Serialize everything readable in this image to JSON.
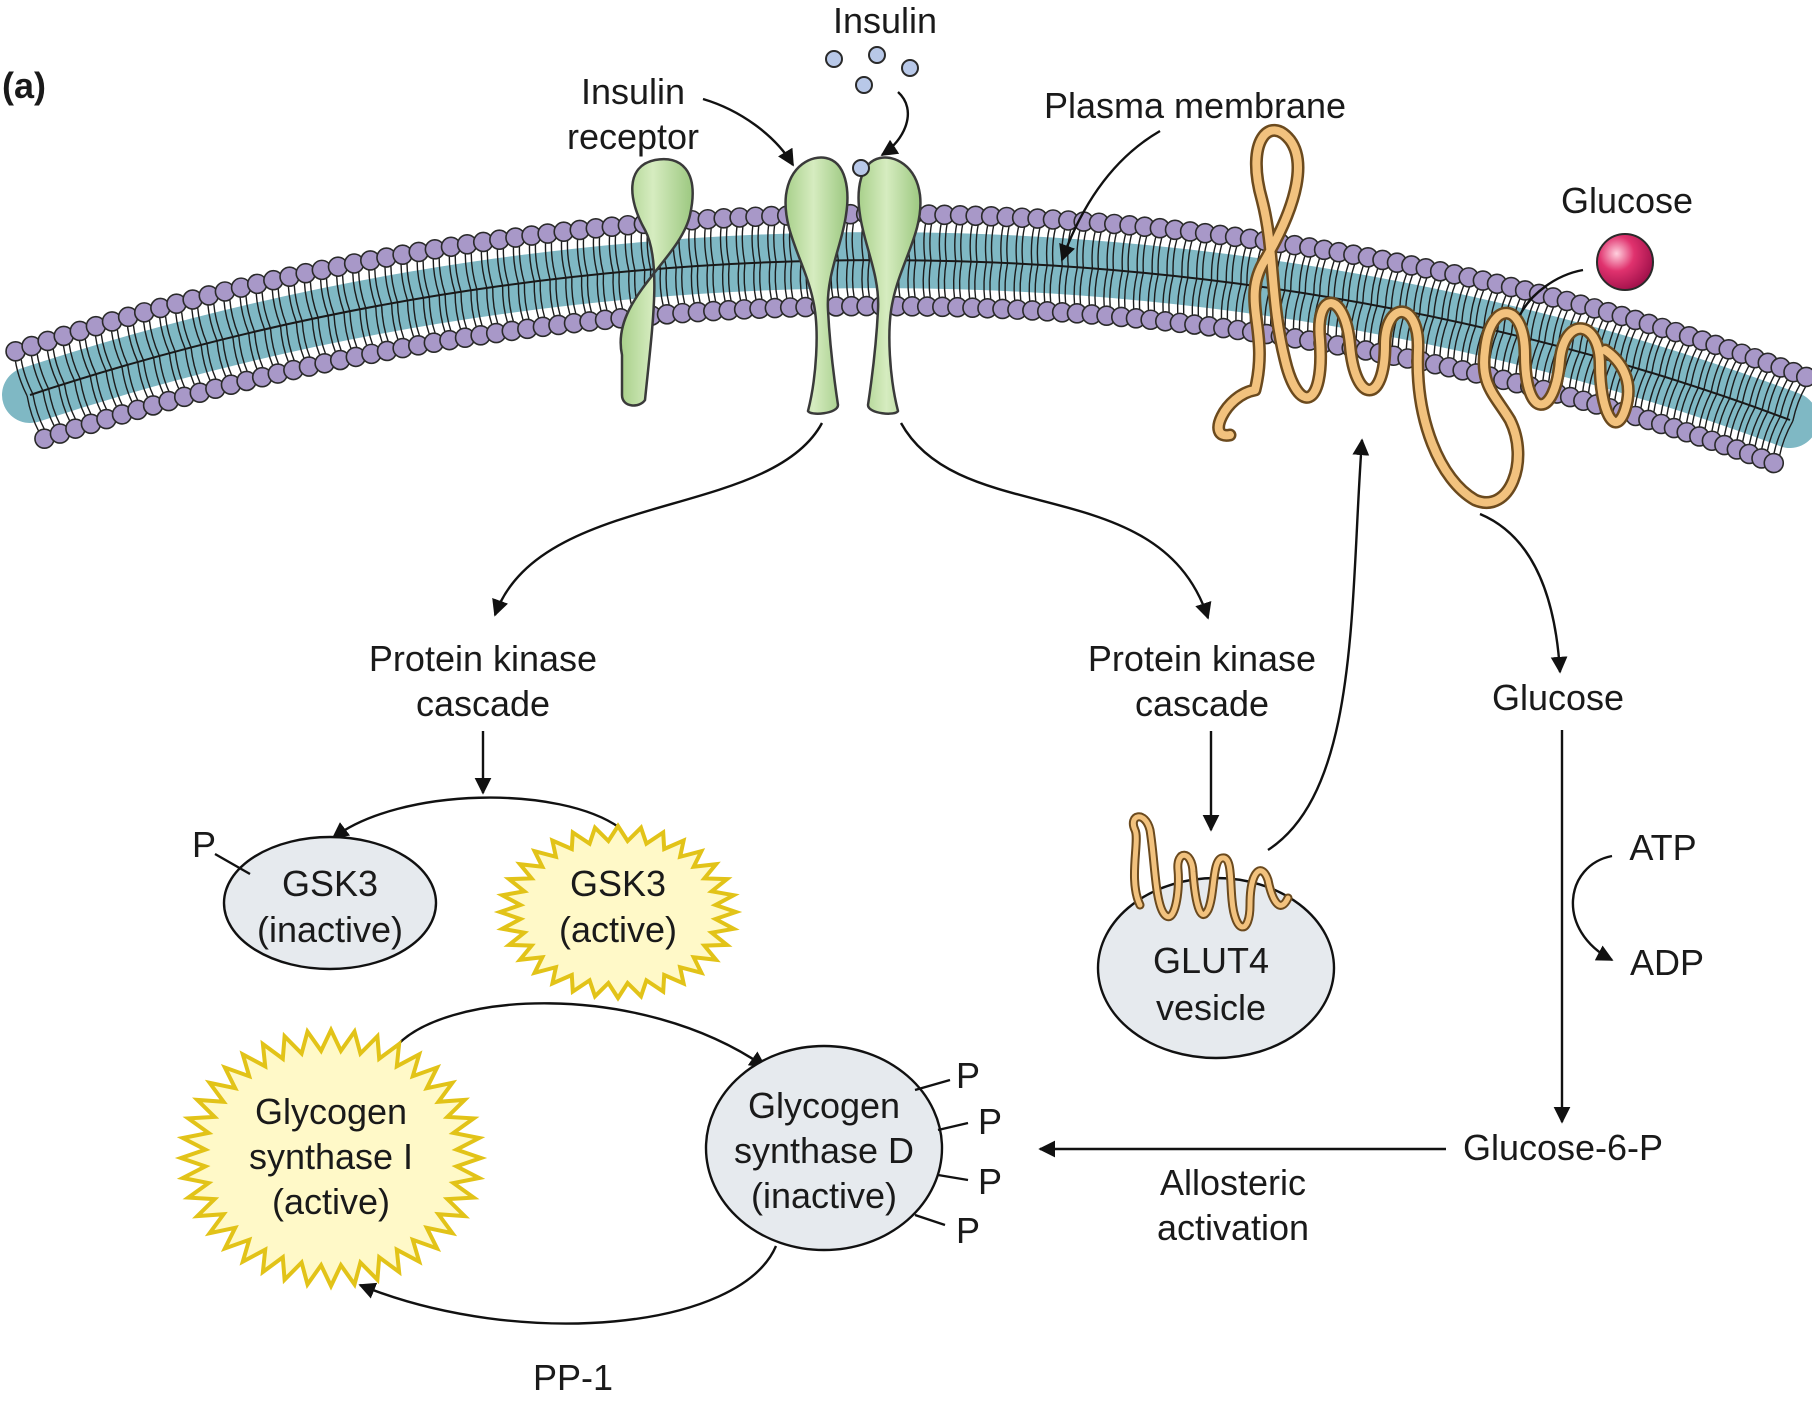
{
  "panel_label": "(a)",
  "labels": {
    "insulin": "Insulin",
    "insulin_receptor_line1": "Insulin",
    "insulin_receptor_line2": "receptor",
    "plasma_membrane": "Plasma membrane",
    "glucose_outside": "Glucose",
    "cascade_left_line1": "Protein kinase",
    "cascade_left_line2": "cascade",
    "cascade_right_line1": "Protein kinase",
    "cascade_right_line2": "cascade",
    "glucose_inside": "Glucose",
    "atp": "ATP",
    "adp": "ADP",
    "glucose_6_p": "Glucose-6-P",
    "allosteric_line1": "Allosteric",
    "allosteric_line2": "activation",
    "pp1": "PP-1",
    "phosphate": "P"
  },
  "nodes": {
    "gsk3_inactive": {
      "line1": "GSK3",
      "line2": "(inactive)"
    },
    "gsk3_active": {
      "line1": "GSK3",
      "line2": "(active)"
    },
    "glut4_vesicle": {
      "line1": "GLUT4",
      "line2": "vesicle"
    },
    "gs_active": {
      "line1": "Glycogen",
      "line2": "synthase I",
      "line3": "(active)"
    },
    "gs_inactive": {
      "line1": "Glycogen",
      "line2": "synthase D",
      "line3": "(inactive)"
    }
  },
  "colors": {
    "lipid_head": "#a898c8",
    "lipid_stroke": "#2a2a2a",
    "membrane_core": "#7fb8c4",
    "receptor": "#b9dc9a",
    "glut4": "#f2c27e",
    "insulin_dot": "#b8c8e8",
    "glucose_ball": "#e0326e",
    "active_burst": "#f5e11e",
    "inactive_oval": "#e6eaee"
  }
}
